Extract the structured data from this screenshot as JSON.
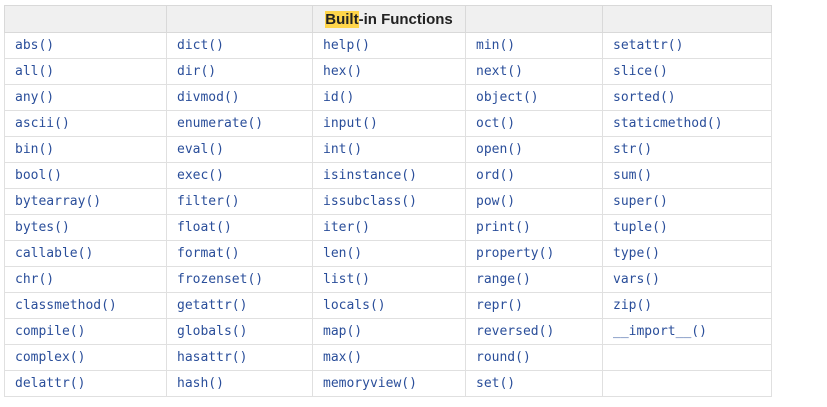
{
  "table": {
    "header": {
      "highlighted": "Built",
      "rest": "-in Functions",
      "highlight_color": "#ffd54a"
    },
    "rows": [
      [
        "abs()",
        "dict()",
        "help()",
        "min()",
        "setattr()"
      ],
      [
        "all()",
        "dir()",
        "hex()",
        "next()",
        "slice()"
      ],
      [
        "any()",
        "divmod()",
        "id()",
        "object()",
        "sorted()"
      ],
      [
        "ascii()",
        "enumerate()",
        "input()",
        "oct()",
        "staticmethod()"
      ],
      [
        "bin()",
        "eval()",
        "int()",
        "open()",
        "str()"
      ],
      [
        "bool()",
        "exec()",
        "isinstance()",
        "ord()",
        "sum()"
      ],
      [
        "bytearray()",
        "filter()",
        "issubclass()",
        "pow()",
        "super()"
      ],
      [
        "bytes()",
        "float()",
        "iter()",
        "print()",
        "tuple()"
      ],
      [
        "callable()",
        "format()",
        "len()",
        "property()",
        "type()"
      ],
      [
        "chr()",
        "frozenset()",
        "list()",
        "range()",
        "vars()"
      ],
      [
        "classmethod()",
        "getattr()",
        "locals()",
        "repr()",
        "zip()"
      ],
      [
        "compile()",
        "globals()",
        "map()",
        "reversed()",
        "__import__()"
      ],
      [
        "complex()",
        "hasattr()",
        "max()",
        "round()",
        ""
      ],
      [
        "delattr()",
        "hash()",
        "memoryview()",
        "set()",
        ""
      ]
    ],
    "link_color": "#2a4e9a"
  }
}
